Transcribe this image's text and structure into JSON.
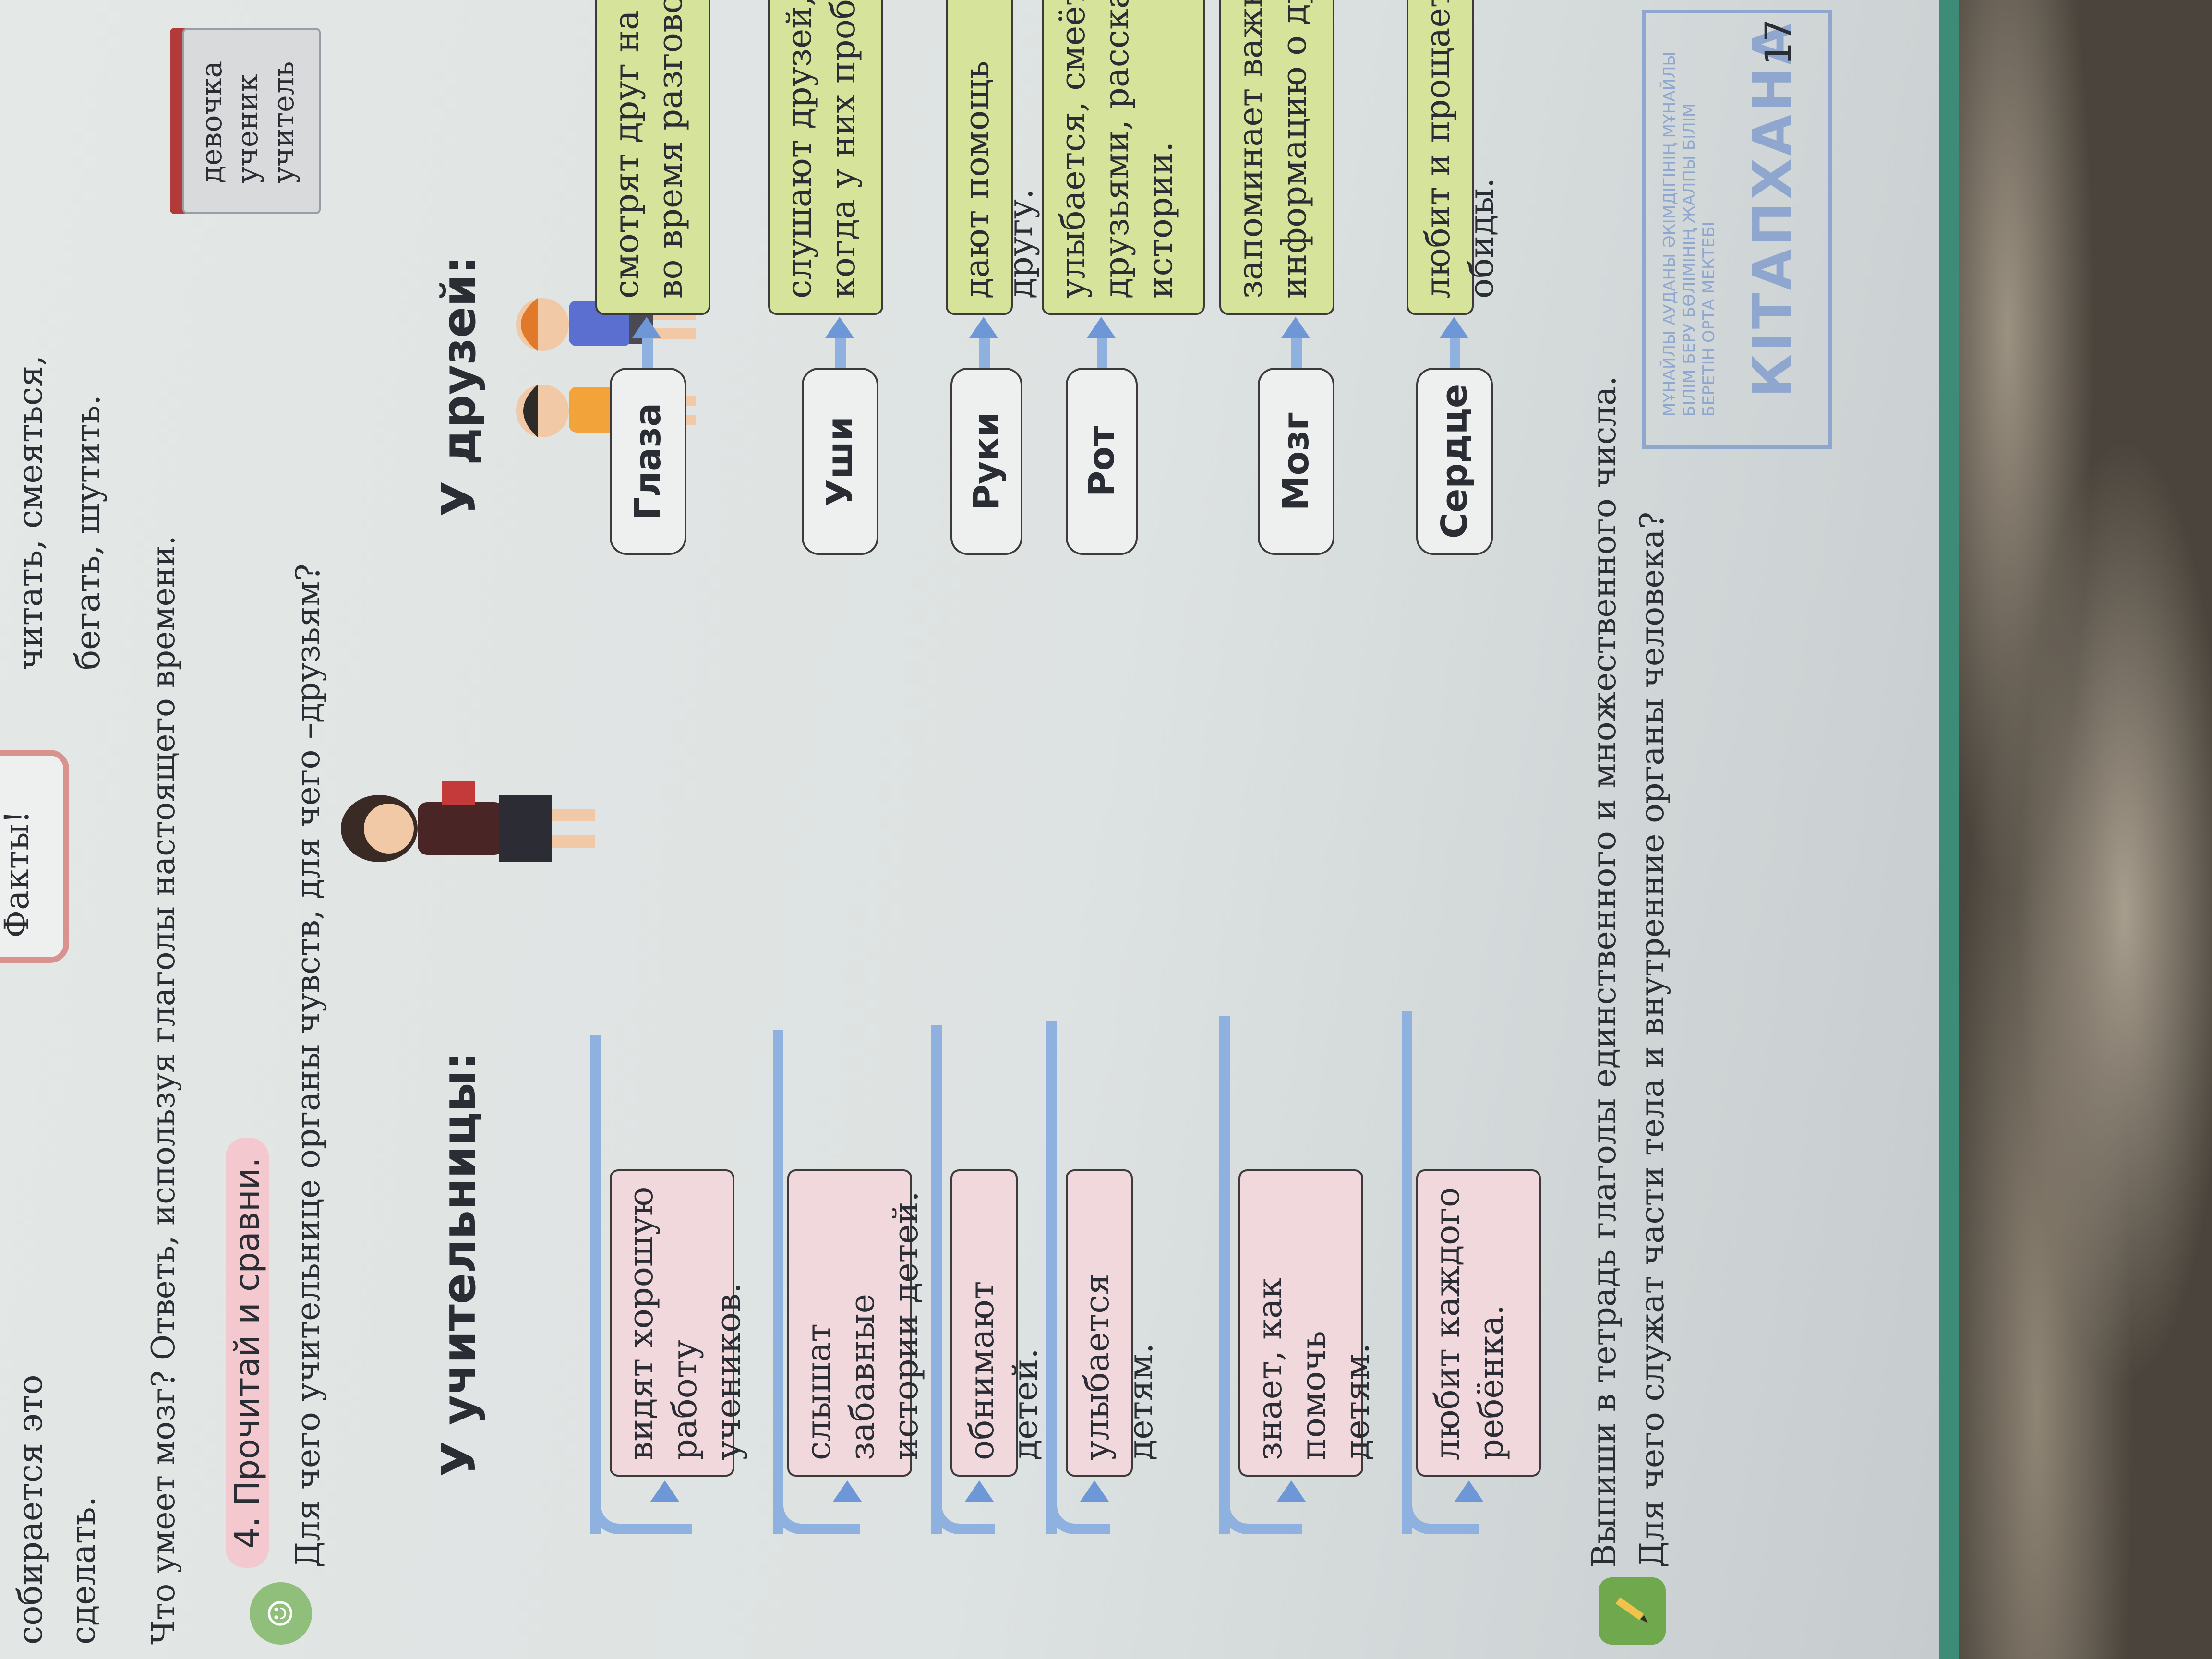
{
  "top_text": {
    "left_line1": "собирается это",
    "left_line2": "сделать.",
    "facts_box": "Факты!",
    "right_line1": "читать, смеяться,",
    "right_line2": "бегать, шутить."
  },
  "question": "Что умеет мозг? Ответь, используя глаголы настоящего времени.",
  "task4": {
    "number_title": "4. Прочитай и сравни.",
    "subtitle": "Для чего учительнице органы чувств, для чего –друзьям?"
  },
  "columns": {
    "teacher": "У учительницы:",
    "friends": "У друзей:"
  },
  "rows": [
    {
      "teacher_line1": "видят хорошую",
      "teacher_line2": "работу учеников.",
      "organ": "Глаза",
      "friends_line1": "смотрят друг на друга",
      "friends_line2": "во время разговора."
    },
    {
      "teacher_line1": "слышат забавные",
      "teacher_line2": "истории детей.",
      "organ": "Уши",
      "friends_line1": "слушают друзей,",
      "friends_line2": "когда у них проблемы."
    },
    {
      "teacher_line1": "обнимают детей.",
      "teacher_line2": "",
      "organ": "Руки",
      "friends_line1": "дают помощь другу.",
      "friends_line2": ""
    },
    {
      "teacher_line1": "улыбается детям.",
      "teacher_line2": "",
      "organ": "Рот",
      "friends_line1": "улыбается, смеётся с",
      "friends_line2": "друзьями, рассказывает",
      "friends_line3": "истории."
    },
    {
      "teacher_line1": "знает, как помочь",
      "teacher_line2": "детям.",
      "organ": "Мозг",
      "friends_line1": "запоминает важную",
      "friends_line2": "информацию о друзьях."
    },
    {
      "teacher_line1": "любит каждого",
      "teacher_line2": "ребёнка.",
      "organ": "Сердце",
      "friends_line1": "любит и прощает обиды.",
      "friends_line2": ""
    }
  ],
  "notebook_words": [
    "девочка",
    "ученик",
    "учитель"
  ],
  "bottom": {
    "line1": "Выпиши в тетрадь глаголы единственного и множественного числа.",
    "line2": "Для чего служат части тела и внутренние органы человека?"
  },
  "stamp": {
    "big_text": "КІТАПХАНА",
    "small_text": "МҰНАЙЛЫ АУДАНЫ ӘКІМДІГІНІҢ МҰНАЙЛЫ БІЛІМ БЕРУ БӨЛІМІНІҢ ЖАЛПЫ БІЛІМ БЕРЕТІН ОРТА МЕКТЕБІ"
  },
  "page_number": "17",
  "colors": {
    "pink_box": "#f1d8dd",
    "green_box": "#d6e39a",
    "arrow_blue": "#8fb1e0",
    "task_pink": "#f3c9cf",
    "page_edge_green": "#3e8c78"
  },
  "icons": {
    "task_icon": "child-face-icon",
    "pencil": "pencil-icon",
    "notebook": "notebook-icon"
  }
}
